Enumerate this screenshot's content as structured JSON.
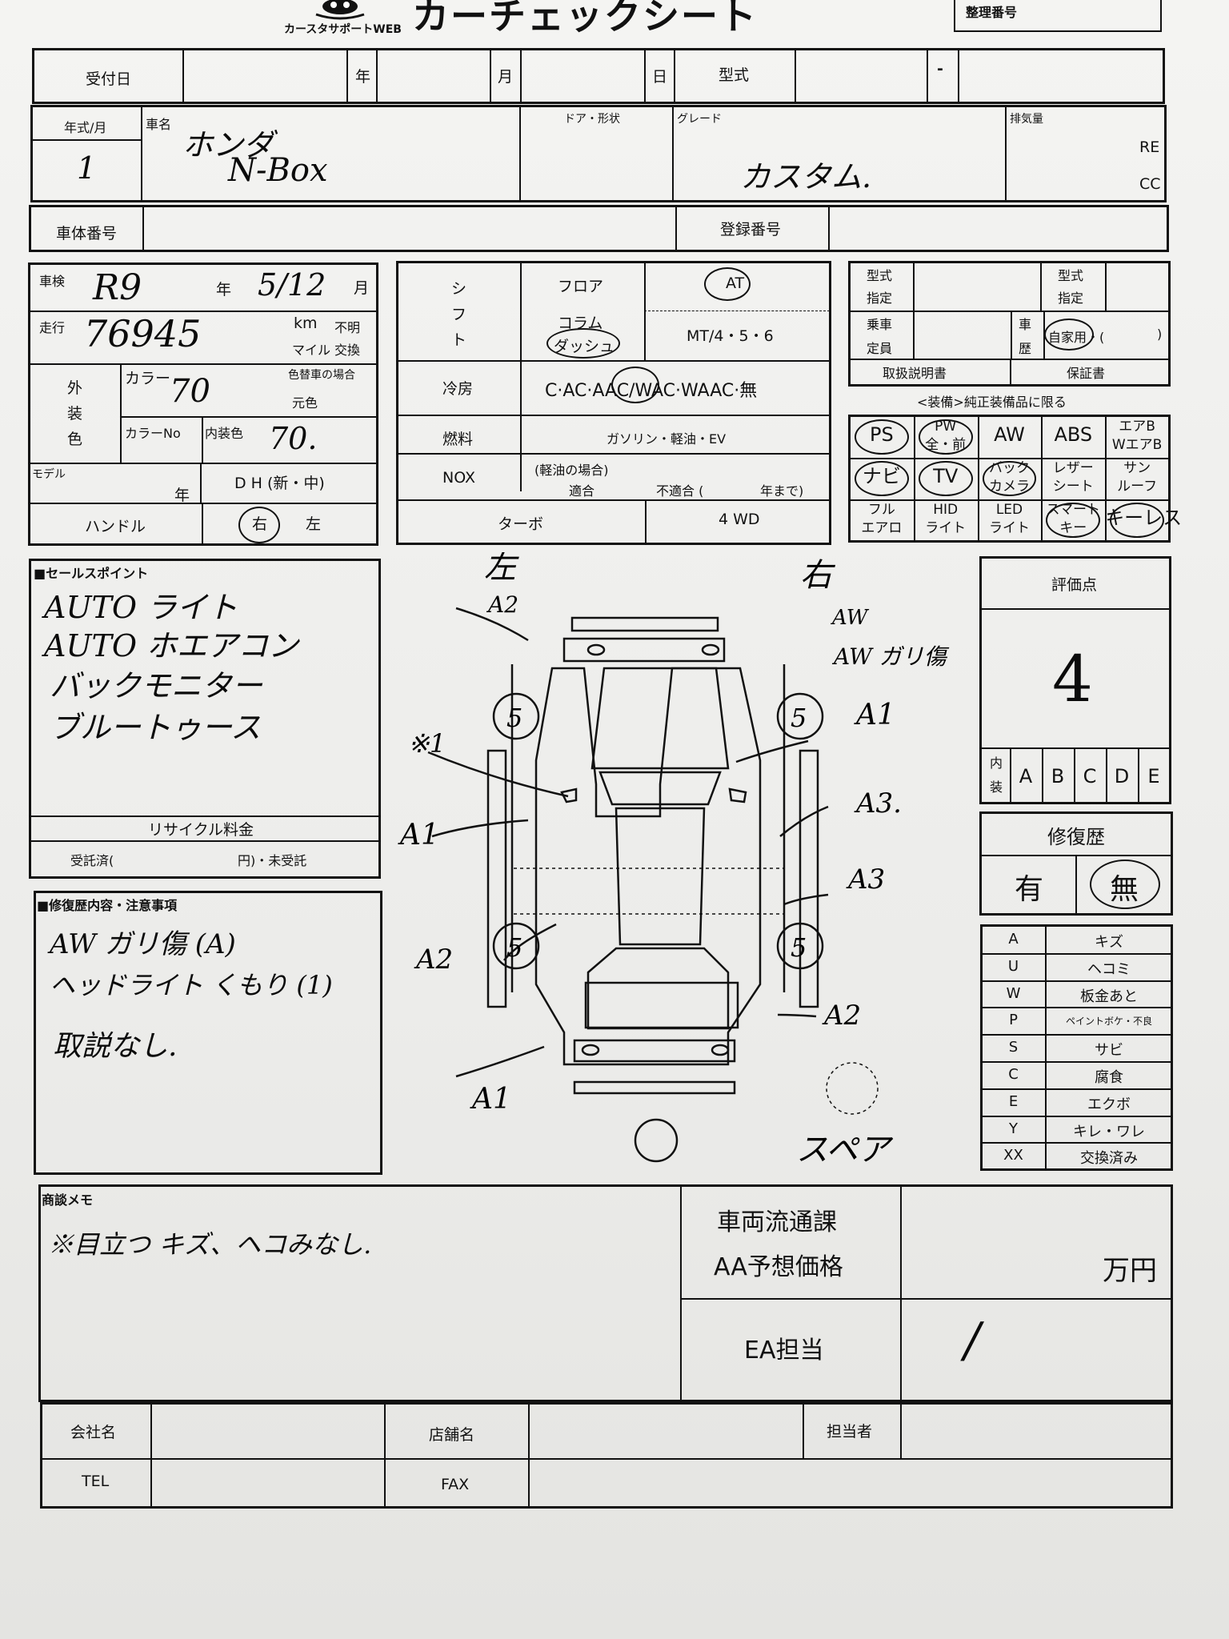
{
  "header": {
    "brand": "カースタサポートWEB",
    "title": "カーチェックシート",
    "ref_label": "整理番号"
  },
  "row1": {
    "reception_label": "受付日",
    "year": "年",
    "month": "月",
    "day": "日",
    "model_label": "型式",
    "dash": "-"
  },
  "row2": {
    "year_label": "年式/月",
    "year_value": "1",
    "carname_label": "車名",
    "carname_line1": "ホンダ",
    "carname_line2": "N-Box",
    "door_label": "ドア・形状",
    "grade_label": "グレード",
    "grade_value": "カスタム.",
    "displacement_label": "排気量",
    "re": "RE",
    "cc": "CC"
  },
  "row3": {
    "chassis_label": "車体番号",
    "reg_label": "登録番号"
  },
  "inspect": {
    "shaken_label": "車検",
    "shaken_value": "R9",
    "year": "年",
    "month_value": "5/12",
    "month": "月",
    "mileage_label": "走行",
    "mileage_value": "76945",
    "km": "km",
    "unknown": "不明",
    "mile": "マイル",
    "swap": "交換",
    "ext_label_1": "外",
    "ext_label_2": "装",
    "ext_label_3": "色",
    "color_label": "カラー",
    "color_value": "70",
    "repaint_label": "色替車の場合",
    "original_label": "元色",
    "color_no_label": "カラーNo",
    "interior_label": "内装色",
    "interior_value": "70.",
    "model_label": "モデル",
    "model_year": "年",
    "dh": "D H (新・中)",
    "handle_label": "ハンドル",
    "right": "右",
    "left": "左"
  },
  "spec": {
    "shift_1": "シ",
    "shift_2": "フ",
    "shift_3": "ト",
    "floor": "フロア",
    "at": "AT",
    "column": "コラム",
    "dash_label": "ダッシュ",
    "mt": "MT/4・5・6",
    "ac_label": "冷房",
    "ac_options": "C·AC·AAC/WAC·WAAC·無",
    "fuel_label": "燃料",
    "fuel_options": "ガソリン・軽油・EV",
    "nox_label": "NOX",
    "nox_diesel": "(軽油の場合)",
    "nox_ok": "適合",
    "nox_ng": "不適合 (",
    "nox_until": "年まで)",
    "turbo": "ターボ",
    "fourwd": "4 WD"
  },
  "equip": {
    "type_label_1": "型式",
    "type_label_2": "指定",
    "type2_label_1": "型式",
    "type2_label_2": "指定",
    "seat_label_1": "乗車",
    "seat_label_2": "定員",
    "history_label_1": "車",
    "history_label_2": "歴",
    "history_value": "自家用・(",
    "history_close": ")",
    "manual": "取扱説明書",
    "warranty": "保証書",
    "note": "<装備>純正装備品に限る",
    "grid": [
      [
        "PS",
        "PW\n全・前",
        "AW",
        "ABS",
        "エアB\nWエアB"
      ],
      [
        "ナビ",
        "TV",
        "バック\nカメラ",
        "レザー\nシート",
        "サン\nルーフ"
      ],
      [
        "フル\nエアロ",
        "HID\nライト",
        "LED\nライト",
        "スマート\nキー",
        "キーレス"
      ]
    ]
  },
  "sales": {
    "label": "■セールスポイント",
    "line1": "AUTO ライト",
    "line2": "AUTO ホエアコン",
    "line3": "バックモニター",
    "line4": "ブルートゥース",
    "recycle_label": "リサイクル料金",
    "deposit": "受託済(",
    "yen_unpaid": "円)・未受託"
  },
  "repair": {
    "label": "■修復歴内容・注意事項",
    "line1": "AW ガリ傷 (A)",
    "line2": "ヘッドライト くもり (1)",
    "line3": "取説なし."
  },
  "diagram": {
    "left": "左",
    "right": "右",
    "spare": "スペア",
    "marks": {
      "a2_top_left": "A2",
      "aw_top_right_1": "AW",
      "aw_top_right_2": "AW ガリ傷",
      "x1": "※1",
      "a1_left": "A1",
      "a2_left": "A2",
      "a1_bottom_left": "A1",
      "a1_right": "A1",
      "a3_right_1": "A3.",
      "a3_right_2": "A3",
      "a2_right": "A2",
      "tire_fl": "5",
      "tire_fr": "5",
      "tire_rl": "5",
      "tire_rr": "5"
    }
  },
  "score": {
    "label": "評価点",
    "value": "4",
    "interior_1": "内",
    "interior_2": "装",
    "grades": [
      "A",
      "B",
      "C",
      "D",
      "E"
    ]
  },
  "repair_history": {
    "label": "修復歴",
    "yes": "有",
    "no": "無"
  },
  "legend": [
    [
      "A",
      "キズ"
    ],
    [
      "U",
      "ヘコミ"
    ],
    [
      "W",
      "板金あと"
    ],
    [
      "P",
      "ペイントボケ・不良"
    ],
    [
      "S",
      "サビ"
    ],
    [
      "C",
      "腐食"
    ],
    [
      "E",
      "エクボ"
    ],
    [
      "Y",
      "キレ・ワレ"
    ],
    [
      "XX",
      "交換済み"
    ]
  ],
  "memo": {
    "label": "商談メモ",
    "text": "※目立つ キズ、ヘコみなし.",
    "dept_1": "車両流通課",
    "dept_2": "AA予想価格",
    "unit": "万円",
    "ea": "EA担当",
    "ea_value": "/"
  },
  "footer": {
    "company": "会社名",
    "store": "店舗名",
    "person": "担当者",
    "tel": "TEL",
    "fax": "FAX"
  }
}
